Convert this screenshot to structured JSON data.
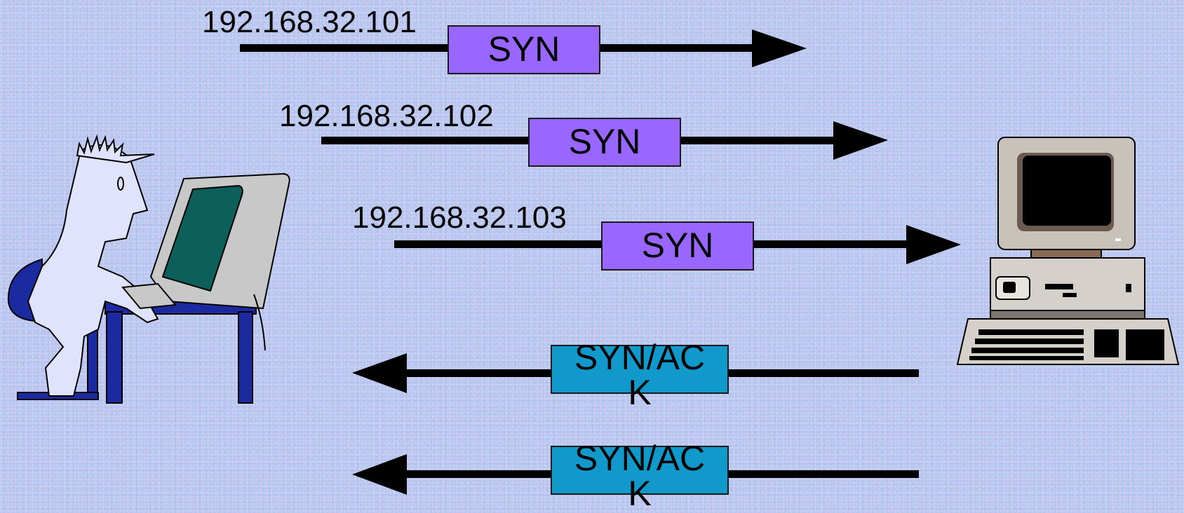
{
  "colors": {
    "syn_box": "#9966ff",
    "synack_box": "#1199cc",
    "arrow": "#000000",
    "background": "#b6c8ef"
  },
  "icons": {
    "attacker": "person-at-computer-icon",
    "server": "desktop-computer-icon"
  },
  "packets": {
    "syn": [
      {
        "ip": "192.168.32.101",
        "label": "SYN"
      },
      {
        "ip": "192.168.32.102",
        "label": "SYN"
      },
      {
        "ip": "192.168.32.103",
        "label": "SYN"
      }
    ],
    "synack": [
      {
        "label_line1": "SYN/AC",
        "label_line2": "K"
      },
      {
        "label_line1": "SYN/AC",
        "label_line2": "K"
      }
    ]
  }
}
